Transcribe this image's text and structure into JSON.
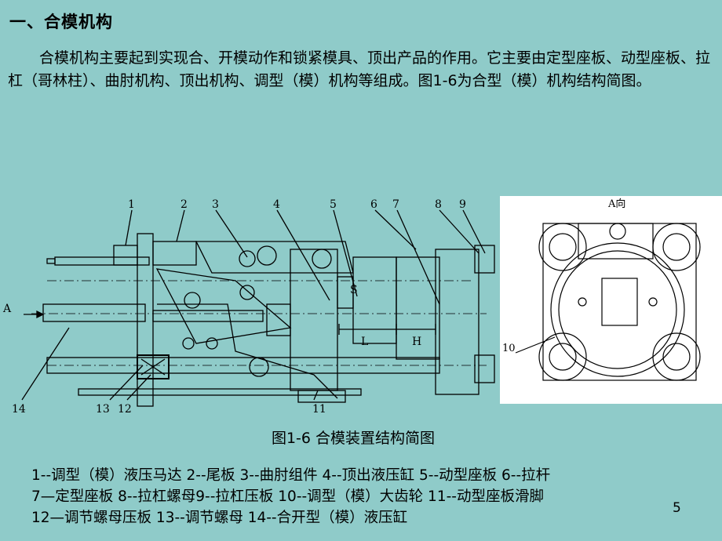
{
  "title": "一、合模机构",
  "intro": "合模机构主要起到实现合、开模动作和锁紧模具、顶出产品的作用。它主要由定型座板、动型座板、拉杠（哥林柱）、曲肘机构、顶出机构、调型（模）机构等组成。图1-6为合型（模）机构结构简图。",
  "figure": {
    "callouts": [
      "1",
      "2",
      "3",
      "4",
      "5",
      "6",
      "7",
      "8",
      "9",
      "14",
      "13",
      "12",
      "11"
    ],
    "dim_L": "L",
    "dim_H": "H",
    "dim_S": "S",
    "arrow_A": "A",
    "view_label": "A向",
    "callout_10": "10"
  },
  "caption": "图1-6 合模装置结构简图",
  "legend": [
    "1--调型（模）液压马达 2--尾板 3--曲肘组件 4--顶出液压缸 5--动型座板 6--拉杆",
    "7—定型座板 8--拉杠螺母9--拉杠压板 10--调型（模）大齿轮 11--动型座板滑脚",
    "12—调节螺母压板 13--调节螺母 14--合开型（模）液压缸"
  ],
  "page_number": "5"
}
